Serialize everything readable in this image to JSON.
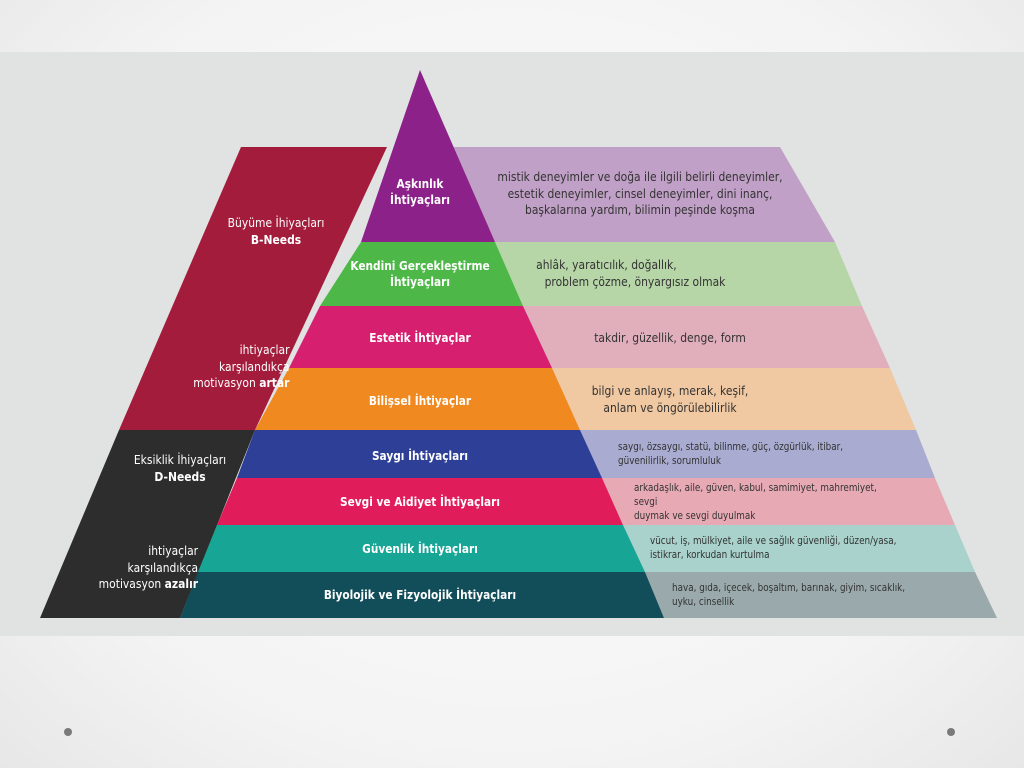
{
  "levels": [
    {
      "label_lines": [
        "Aşkınlık",
        "İhtiyaçları"
      ],
      "color": "#8b2189",
      "description_lines": [
        "mistik deneyimler ve doğa ile ilgili belirli deneyimler,",
        "estetik deneyimler, cinsel deneyimler, dini inanç,",
        "başkalarına yardım, bilimin peşinde koşma"
      ],
      "description_color": "#c0a0c6"
    },
    {
      "label_lines": [
        "Kendini Gerçekleştirme",
        "İhtiyaçları"
      ],
      "color": "#4db848",
      "description_lines": [
        "ahlâk, yaratıcılık, doğallık,",
        "problem çözme, önyargısız olmak"
      ],
      "description_color": "#b7d6a8"
    },
    {
      "label_lines": [
        "Estetik İhtiyaçlar"
      ],
      "color": "#d6206f",
      "description_lines": [
        "takdir, güzellik, denge, form"
      ],
      "description_color": "#e1afbc"
    },
    {
      "label_lines": [
        "Bilişsel İhtiyaçlar"
      ],
      "color": "#f0891f",
      "description_lines": [
        "bilgi ve anlayış, merak, keşif,",
        "anlam ve öngörülebilirlik"
      ],
      "description_color": "#f0c9a3"
    },
    {
      "label_lines": [
        "Saygı İhtiyaçları"
      ],
      "color": "#2e3f97",
      "description_lines": [
        "saygı, özsaygı, statü, bilinme, güç, özgürlük, itibar,",
        "güvenilirlik, sorumluluk"
      ],
      "description_color": "#a9abd0"
    },
    {
      "label_lines": [
        "Sevgi ve Aidiyet İhtiyaçları"
      ],
      "color": "#e01d5a",
      "description_lines": [
        "arkadaşlık, aile, güven, kabul, samimiyet, mahremiyet, sevgi",
        "duymak ve sevgi duyulmak"
      ],
      "description_color": "#e7aab5"
    },
    {
      "label_lines": [
        "Güvenlik İhtiyaçları"
      ],
      "color": "#17a596",
      "description_lines": [
        "vücut, iş, mülkiyet, aile ve sağlık güvenliği, düzen/yasa,",
        "istikrar, korkudan kurtulma"
      ],
      "description_color": "#a8d2cb"
    },
    {
      "label_lines": [
        "Biyolojik ve Fizyolojik İhtiyaçları"
      ],
      "color": "#124e5a",
      "description_lines": [
        "hava, gıda, içecek, boşaltım, barınak, giyim, sıcaklık,",
        "uyku, cinsellik"
      ],
      "description_color": "#9aa9ac"
    }
  ],
  "growth_needs": {
    "color": "#a31c3c",
    "title_line1": "Büyüme İhiyaçları",
    "title_line2": "B-Needs",
    "note_line1": "ihtiyaçlar",
    "note_line2": "karşılandıkça",
    "note_line3_prefix": "motivasyon ",
    "note_line3_bold": "artar"
  },
  "deficiency_needs": {
    "color": "#2d2d2d",
    "title_line1": "Eksiklik İhiyaçları",
    "title_line2": "D-Needs",
    "note_line1": "ihtiyaçlar",
    "note_line2": "karşılandıkça",
    "note_line3_prefix": "motivasyon ",
    "note_line3_bold": "azalır"
  }
}
